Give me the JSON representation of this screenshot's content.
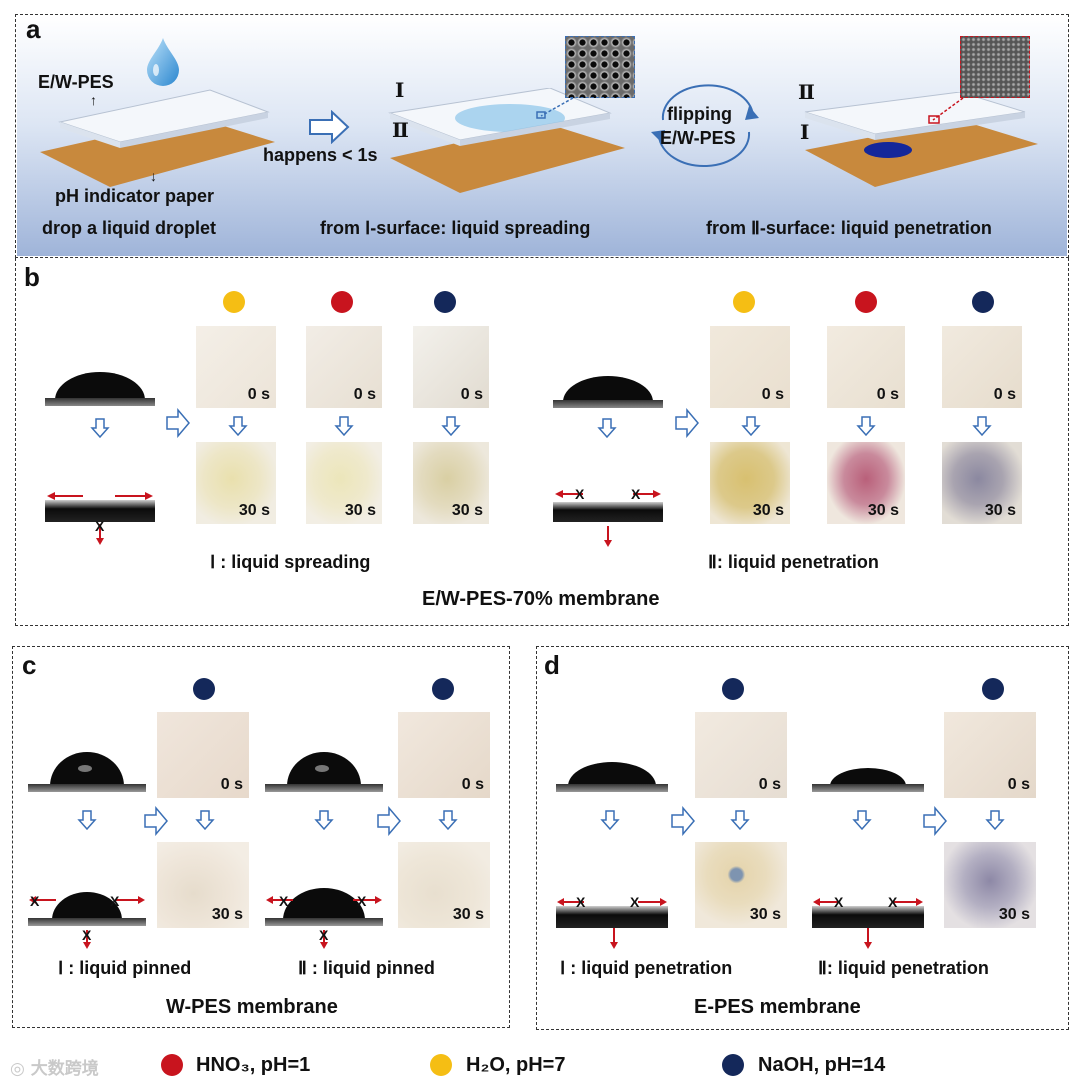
{
  "panels": {
    "a": {
      "letter": "a",
      "ewpes_label": "E/W-PES",
      "ph_paper_label": "pH indicator paper",
      "happens_label": "happens < 1s",
      "flipping_line1": "flipping",
      "flipping_line2": "E/W-PES",
      "roman_I": "Ⅰ",
      "roman_II": "Ⅱ",
      "caption1": "drop a liquid droplet",
      "caption2": "from Ⅰ-surface: liquid spreading",
      "caption3": "from Ⅱ-surface: liquid penetration"
    },
    "b": {
      "letter": "b",
      "caption_left": "Ⅰ : liquid spreading",
      "caption_right": "Ⅱ: liquid penetration",
      "title": "E/W-PES-70% membrane",
      "time0": "0 s",
      "time30": "30 s"
    },
    "c": {
      "letter": "c",
      "caption_left": "Ⅰ : liquid pinned",
      "caption_right": "Ⅱ : liquid pinned",
      "title": "W-PES membrane",
      "time0": "0 s",
      "time30": "30 s"
    },
    "d": {
      "letter": "d",
      "caption_left": "Ⅰ : liquid penetration",
      "caption_right": "Ⅱ: liquid penetration",
      "title": "E-PES membrane",
      "time0": "0 s",
      "time30": "30 s"
    }
  },
  "legend": {
    "watermark": "大数跨境",
    "hno3": "HNO₃, pH=1",
    "h2o": "H₂O, pH=7",
    "naoh": "NaOH, pH=14"
  },
  "colors": {
    "hno3": "#c8141e",
    "h2o": "#f5be14",
    "naoh": "#14285a",
    "arrow_blue": "#3a6fb5",
    "arrow_red": "#c8141e"
  }
}
